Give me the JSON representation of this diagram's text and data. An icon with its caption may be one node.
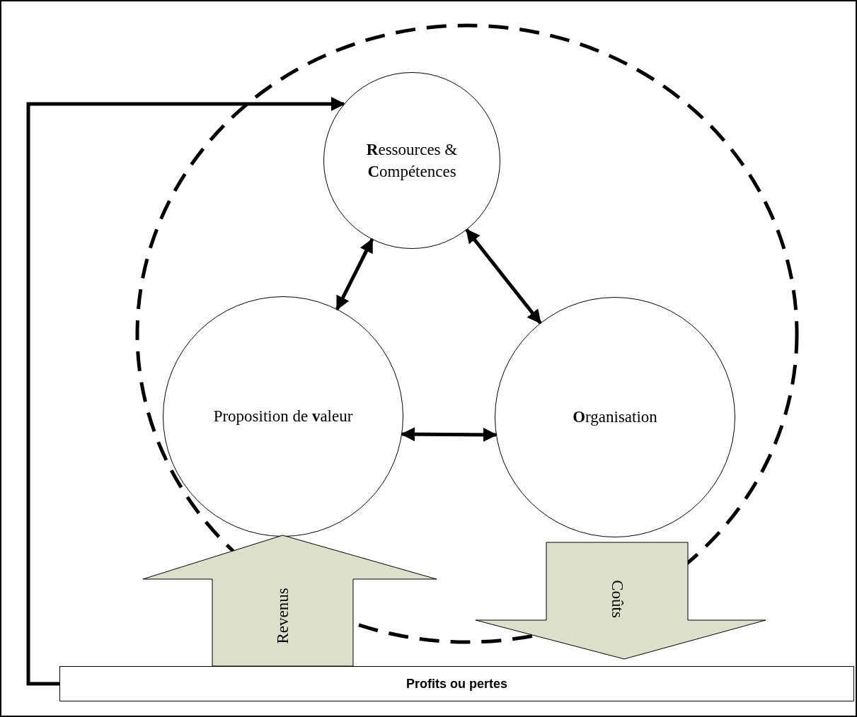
{
  "diagram": {
    "nodes": [
      {
        "text": [],
        "shape": "circle"
      },
      {
        "text": [
          "**R**essources & **C**ompétences"
        ],
        "in": 0
      },
      {
        "text": [
          "Proposition de **v**aleur"
        ],
        "in": 0
      },
      {
        "text": [
          "**O**rganisation"
        ],
        "in": 0
      },
      {
        "text": [
          "Revenus"
        ]
      },
      {
        "text": [
          "Coûts"
        ]
      },
      {
        "text": [
          "Profits ou pertes"
        ]
      }
    ],
    "edges": [
      {
        "from": 1,
        "to": 2,
        "arrow": "both"
      },
      {
        "from": 1,
        "to": 3,
        "arrow": "both"
      },
      {
        "from": 2,
        "to": 3,
        "arrow": "both"
      },
      {
        "from": 6,
        "to": 1,
        "arrow": "to"
      }
    ]
  }
}
